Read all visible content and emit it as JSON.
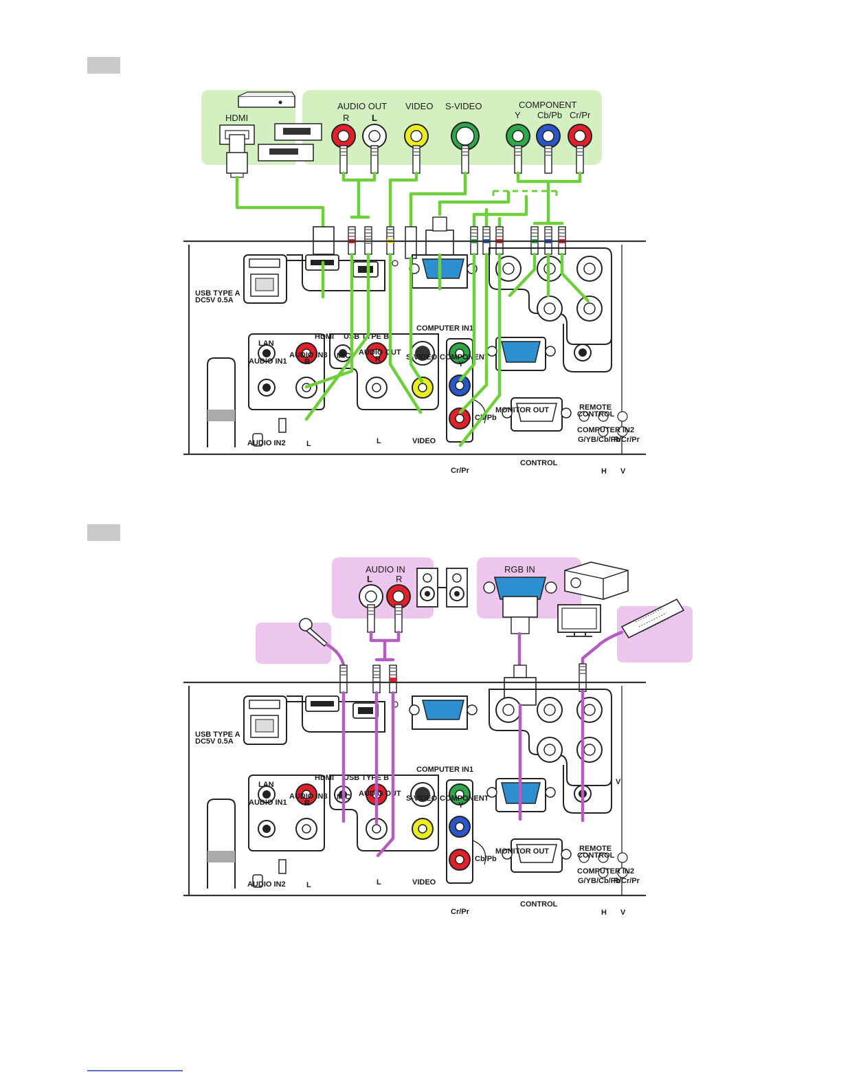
{
  "colors": {
    "green_cable": "#6dcf3a",
    "green_zone": "#d4f0c0",
    "purple_cable": "#b45cc0",
    "purple_zone": "#ecc6ec",
    "red_jack": "#e0202a",
    "white_jack": "#ffffff",
    "yellow_jack": "#ecec22",
    "green_jack": "#2fa84a",
    "blue_jack": "#2a56c8",
    "vga_blue": "#2d8fd0",
    "section_marker": "#c9c9c9"
  },
  "diagram1": {
    "external": {
      "hdmi": "HDMI",
      "audio_out": "AUDIO OUT",
      "audio_r": "R",
      "audio_l": "L",
      "video": "VIDEO",
      "svideo": "S-VIDEO",
      "component": "COMPONENT",
      "comp_y": "Y",
      "comp_cb": "Cb/Pb",
      "comp_cr": "Cr/Pr"
    }
  },
  "diagram2": {
    "external": {
      "audio_in": "AUDIO IN",
      "audio_l": "L",
      "audio_r": "R",
      "rgb_in": "RGB IN"
    }
  },
  "panel": {
    "usb_a": "USB TYPE A",
    "usb_a_rating": "DC5V 0.5A",
    "lan": "LAN",
    "hdmi": "HDMI",
    "usb_b": "USB TYPE B",
    "computer_in1": "COMPUTER IN1",
    "audio_in1": "AUDIO IN1",
    "audio_in3": "AUDIO IN3",
    "audio_in3_r": "R",
    "mic": "MIC",
    "audio_out": "AUDIO OUT",
    "audio_out_r": "R",
    "svideo": "S-VIDEO",
    "component": "COMPONENT",
    "comp_y": "Y",
    "cb_pb": "Cb/Pb",
    "cr_pr": "Cr/Pr",
    "monitor_out": "MONITOR OUT",
    "remote": "REMOTE",
    "control": "CONTROL",
    "remote_control_ctl": "CONTROL",
    "computer_in2": "COMPUTER IN2",
    "ci2_g": "G/Y",
    "ci2_b": "B/Cb/Pb",
    "ci2_r": "R/Cr/Pr",
    "ci2_h": "H",
    "ci2_v": "V",
    "audio_in2": "AUDIO IN2",
    "l": "L",
    "video": "VIDEO",
    "v_mark": "V"
  }
}
